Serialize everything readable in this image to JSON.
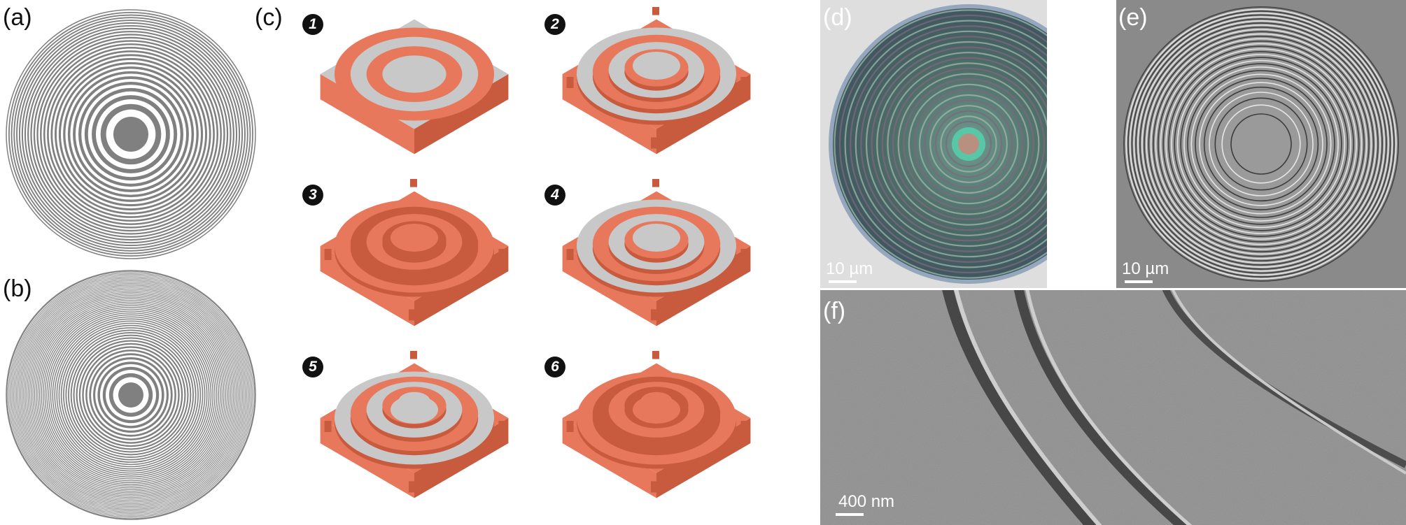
{
  "panels": {
    "a": {
      "label": "(a)"
    },
    "b": {
      "label": "(b)"
    },
    "c": {
      "label": "(c)",
      "steps": [
        "1",
        "2",
        "3",
        "4",
        "5",
        "6"
      ]
    },
    "d": {
      "label": "(d)",
      "scale_bar": "10 µm"
    },
    "e": {
      "label": "(e)",
      "scale_bar": "10 µm"
    },
    "f": {
      "label": "(f)",
      "scale_bar": "400 nm"
    }
  },
  "colors": {
    "ring_gray": "#808080",
    "copper": "#e8785c",
    "copper_dark": "#c85a3e",
    "substrate_gray": "#c8c8c8",
    "sem_gray": "#8a8a8a"
  }
}
